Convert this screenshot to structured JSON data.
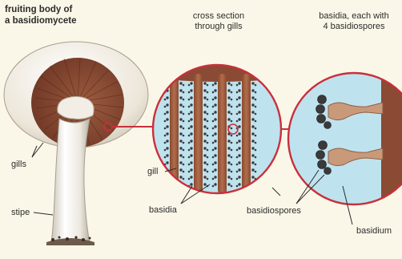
{
  "diagram": {
    "labels": {
      "fruiting_body_line1": "fruiting body of",
      "fruiting_body_line2": "a basidiomycete",
      "cross_section_line1": "cross section",
      "cross_section_line2": "through gills",
      "basidia_each_line1": "basidia, each with",
      "basidia_each_line2": "4 basidiospores",
      "gills": "gills",
      "stipe": "stipe",
      "gill": "gill",
      "basidia": "basidia",
      "basidiospores": "basidiospores",
      "basidium": "basidium"
    },
    "colors": {
      "background": "#fbf7e8",
      "cap_white": "#f3efe6",
      "gill_brown": "#8a4a33",
      "circle_fill": "#bfe2ef",
      "outline_red": "#c8303b",
      "spore_dark": "#3a3a3a",
      "basidium_tan": "#c99a7a"
    },
    "icons": [
      "mushroom",
      "gill-cross-section",
      "basidium-with-spores"
    ]
  }
}
